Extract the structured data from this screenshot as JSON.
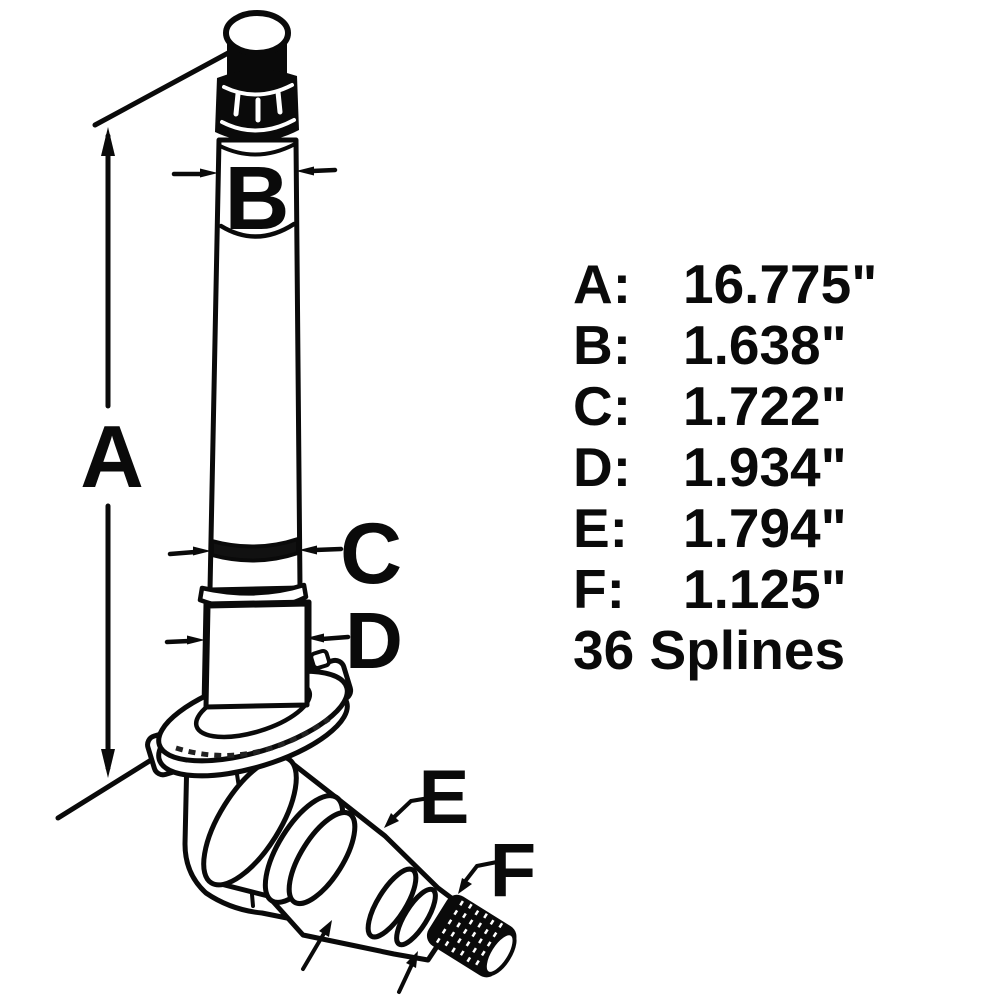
{
  "colors": {
    "ink": "#0a0a0a",
    "background": "#ffffff",
    "part_fill": "#ffffff",
    "groove_fill": "#111111"
  },
  "drawing": {
    "description": "Line drawing of a front axle spindle with dimension callouts",
    "dim_labels": {
      "a": "A",
      "b": "B",
      "c": "C",
      "d": "D",
      "e": "E",
      "f": "F"
    }
  },
  "specs": {
    "rows": [
      {
        "label": "A:",
        "value": "16.775\""
      },
      {
        "label": "B:",
        "value": "1.638\""
      },
      {
        "label": "C:",
        "value": "1.722\""
      },
      {
        "label": "D:",
        "value": "1.934\""
      },
      {
        "label": "E:",
        "value": "1.794\""
      },
      {
        "label": "F:",
        "value": "1.125\""
      }
    ],
    "note": "36 Splines"
  }
}
